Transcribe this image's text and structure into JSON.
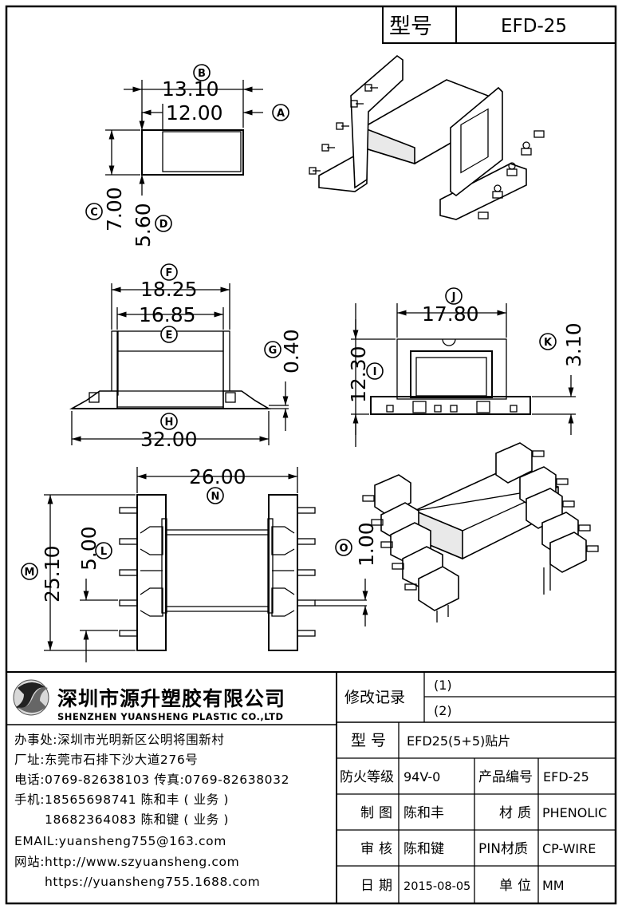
{
  "title_block": {
    "label": "型号",
    "model": "EFD-25"
  },
  "dimensions": {
    "B": "13.10",
    "A": "12.00",
    "C": "7.00",
    "D": "5.60",
    "F": "18.25",
    "E": "16.85",
    "G": "0.40",
    "H": "32.00",
    "J": "17.80",
    "I": "12.30",
    "K": "3.10",
    "N": "26.00",
    "L": "5.00",
    "M": "25.10",
    "O": "1.00"
  },
  "markers": [
    "A",
    "B",
    "C",
    "D",
    "E",
    "F",
    "G",
    "H",
    "I",
    "J",
    "K",
    "L",
    "M",
    "N",
    "O"
  ],
  "company": {
    "name_cn": "深圳市源升塑胶有限公司",
    "name_en": "SHENZHEN YUANSHENG PLASTIC CO.,LTD",
    "office": "办事处:深圳市光明新区公明将围新村",
    "factory": "厂址:东莞市石排下沙大道276号",
    "phone": "电话:0769-82638103 传真:0769-82638032",
    "mobile1": "手机:18565698741 陈和丰 ( 业务 )",
    "mobile2": "18682364083 陈和键 ( 业务 )",
    "email": "EMAIL:yuansheng755@163.com",
    "web_label": "网站:http://www.szyuansheng.com",
    "web2": "https://yuansheng755.1688.com"
  },
  "revision": {
    "label": "修改记录",
    "rows": [
      "(1)",
      "(2)"
    ]
  },
  "spec": {
    "model_label": "型号",
    "model_value": "EFD25(5+5)贴片",
    "fire_label": "防火等级",
    "fire_value": "94V-0",
    "product_no_label": "产品编号",
    "product_no_value": "EFD-25",
    "drawn_label": "制图",
    "drawn_value": "陈和丰",
    "material_label": "材质",
    "material_value": "PHENOLIC",
    "check_label": "审核",
    "check_value": "陈和键",
    "pin_label": "PIN材质",
    "pin_value": "CP-WIRE",
    "date_label": "日期",
    "date_value": "2015-08-05",
    "unit_label": "单位",
    "unit_value": "MM"
  }
}
